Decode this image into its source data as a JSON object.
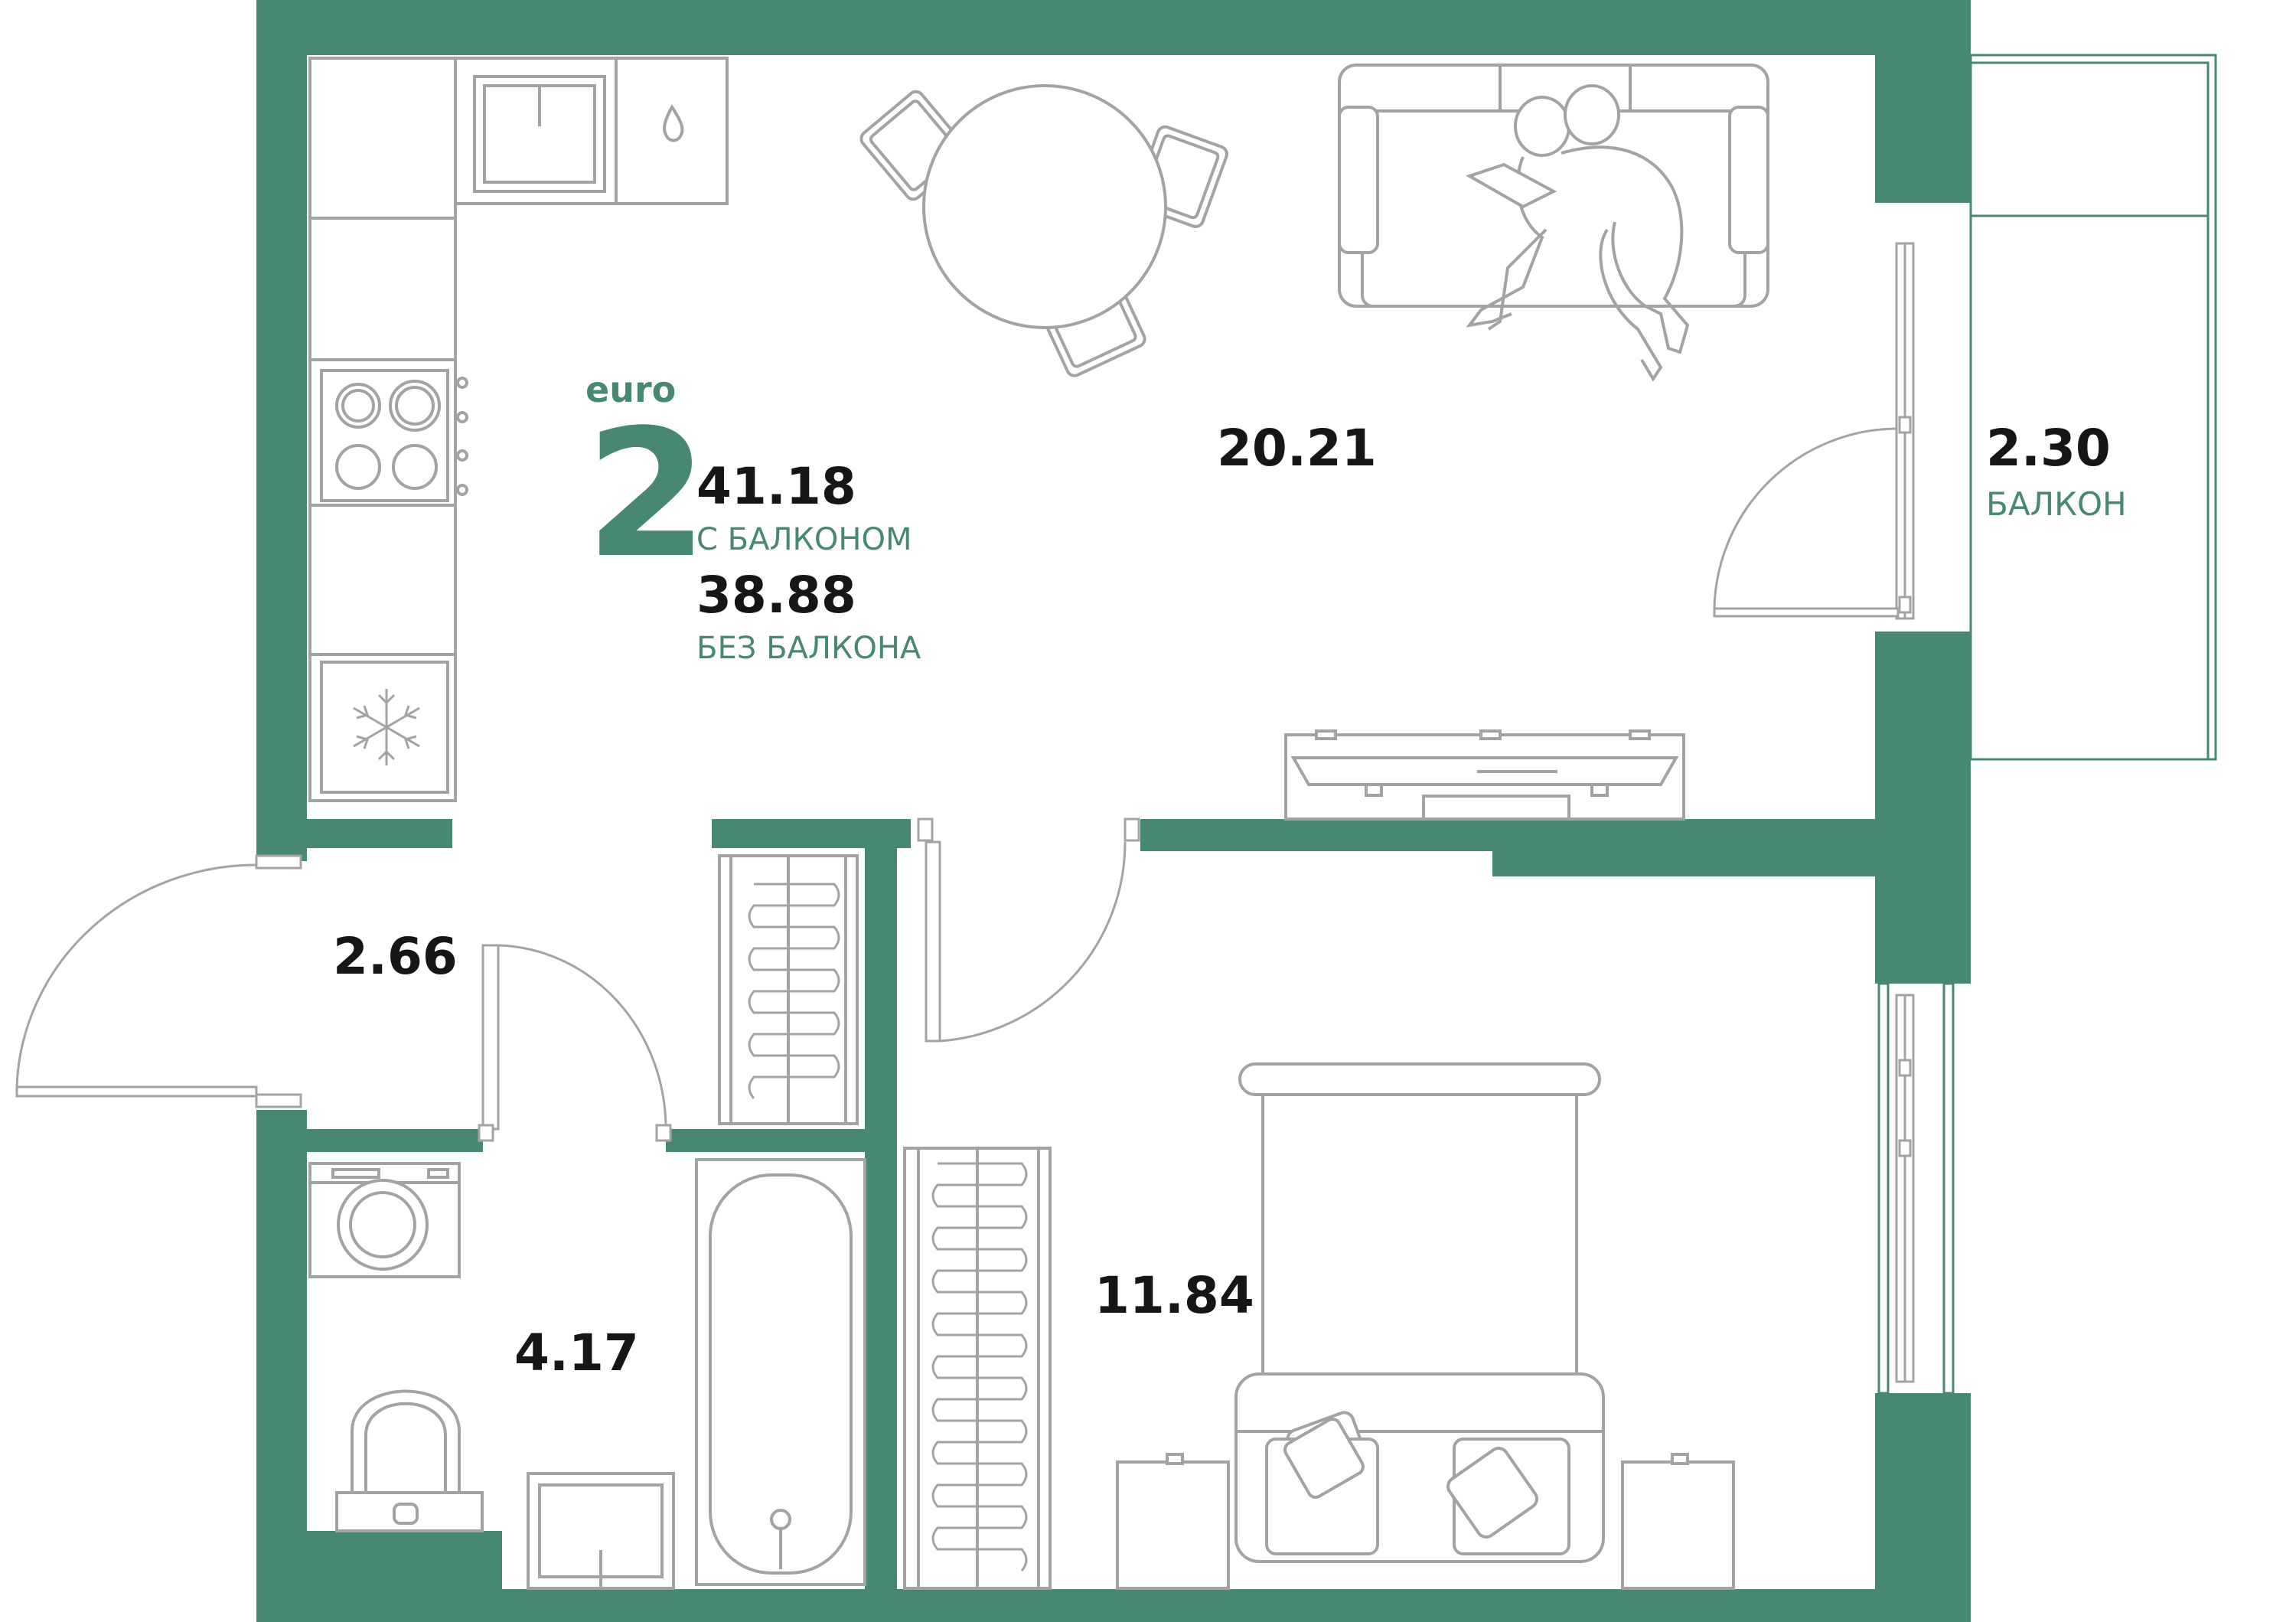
{
  "colors": {
    "wall": "#478774",
    "furniture": "#a3a3a3",
    "text_dark": "#161616",
    "text_accent": "#478774",
    "balcony_line": "#478774"
  },
  "apartment": {
    "brand": "euro",
    "rooms": "2",
    "total_with_balcony": "41.18",
    "with_balcony_label": "С БАЛКОНОМ",
    "total_without_balcony": "38.88",
    "without_balcony_label": "БЕЗ БАЛКОНА"
  },
  "rooms": {
    "living_kitchen": {
      "area": "20.21"
    },
    "balcony": {
      "area": "2.30",
      "label": "БАЛКОН"
    },
    "hallway": {
      "area": "2.66"
    },
    "bathroom": {
      "area": "4.17"
    },
    "bedroom": {
      "area": "11.84"
    }
  },
  "icons": {
    "sink": "sink-icon",
    "stove": "stove-icon",
    "fridge": "snowflake-icon",
    "washing_machine": "washing-machine-icon",
    "toilet": "toilet-icon",
    "bathtub": "bathtub-icon",
    "bed": "bed-icon",
    "sofa": "sofa-icon",
    "dining_table": "dining-table-icon",
    "tv_unit": "tv-unit-icon",
    "wardrobe": "wardrobe-icon",
    "nightstand": "nightstand-icon"
  }
}
